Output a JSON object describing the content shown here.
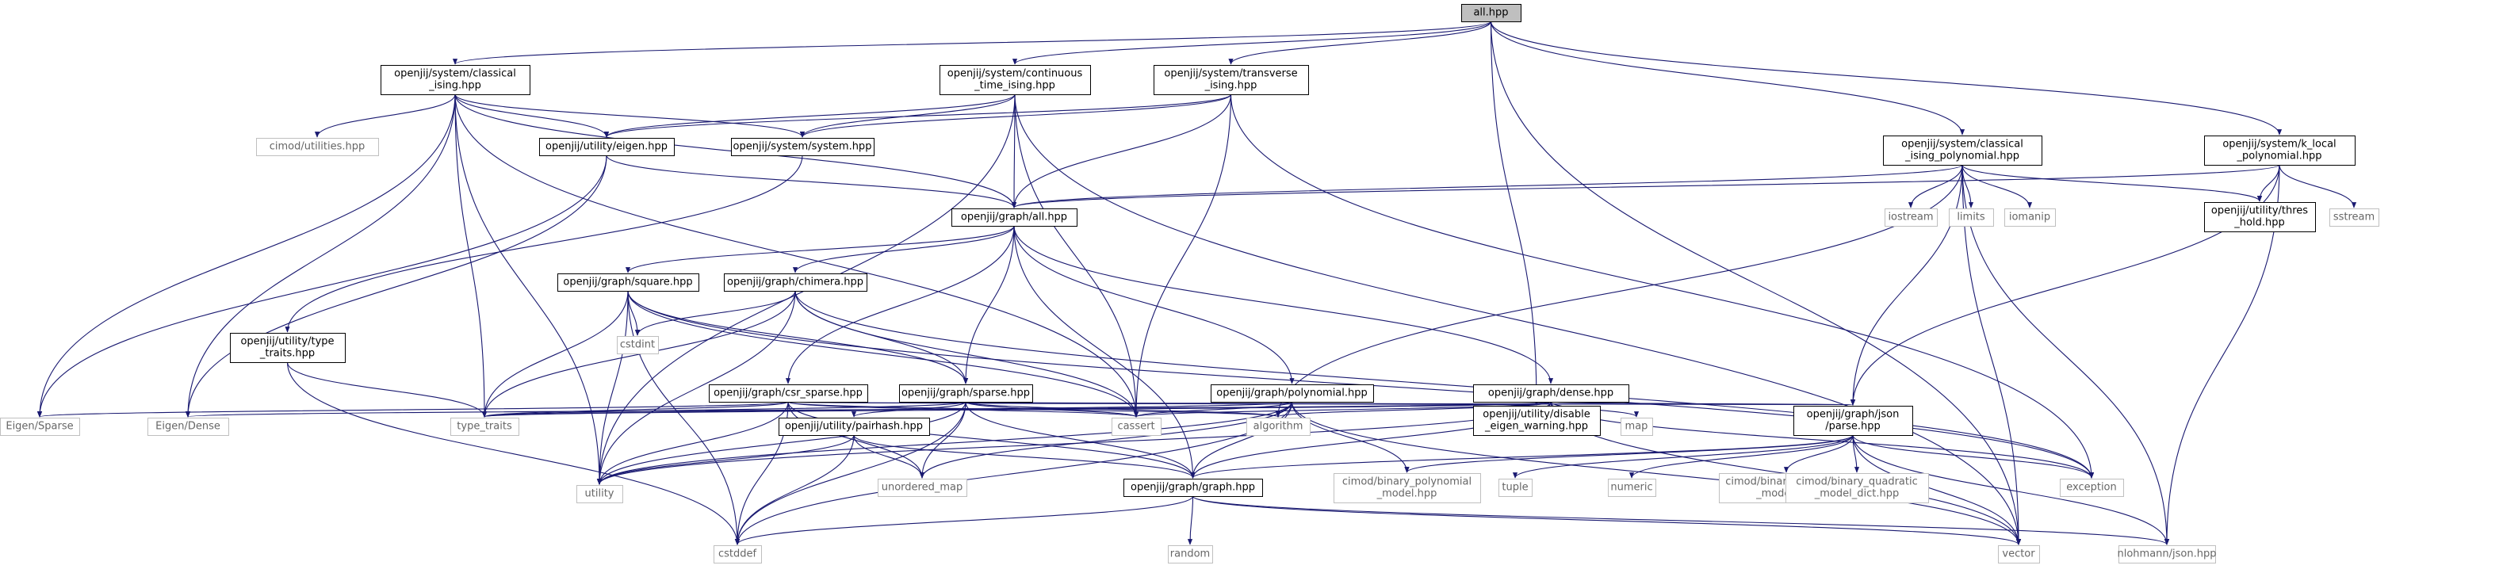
{
  "colors": {
    "edge": "#191970",
    "root_fill": "#bfbfbf",
    "node_fill": "#ffffff",
    "node_border": "#000000",
    "system_border": "#bfbfbf",
    "system_text": "#666666"
  },
  "nodes": [
    {
      "id": "all",
      "lines": [
        "all.hpp"
      ],
      "kind": "root"
    },
    {
      "id": "cls_ising",
      "lines": [
        "openjij/system/classical",
        "_ising.hpp"
      ],
      "kind": "local"
    },
    {
      "id": "ct_ising",
      "lines": [
        "openjij/system/continuous",
        "_time_ising.hpp"
      ],
      "kind": "local"
    },
    {
      "id": "tr_ising",
      "lines": [
        "openjij/system/transverse",
        "_ising.hpp"
      ],
      "kind": "local"
    },
    {
      "id": "cls_poly",
      "lines": [
        "openjij/system/classical",
        "_ising_polynomial.hpp"
      ],
      "kind": "local"
    },
    {
      "id": "klocal",
      "lines": [
        "openjij/system/k_local",
        "_polynomial.hpp"
      ],
      "kind": "local"
    },
    {
      "id": "cimod_util",
      "lines": [
        "cimod/utilities.hpp"
      ],
      "kind": "system"
    },
    {
      "id": "eigen_hpp",
      "lines": [
        "openjij/utility/eigen.hpp"
      ],
      "kind": "local"
    },
    {
      "id": "system_hpp",
      "lines": [
        "openjij/system/system.hpp"
      ],
      "kind": "local"
    },
    {
      "id": "graph_all",
      "lines": [
        "openjij/graph/all.hpp"
      ],
      "kind": "local"
    },
    {
      "id": "iostream",
      "lines": [
        "iostream"
      ],
      "kind": "system"
    },
    {
      "id": "limits",
      "lines": [
        "limits"
      ],
      "kind": "system"
    },
    {
      "id": "iomanip",
      "lines": [
        "iomanip"
      ],
      "kind": "system"
    },
    {
      "id": "thres",
      "lines": [
        "openjij/utility/thres",
        "_hold.hpp"
      ],
      "kind": "local"
    },
    {
      "id": "sstream",
      "lines": [
        "sstream"
      ],
      "kind": "system"
    },
    {
      "id": "square",
      "lines": [
        "openjij/graph/square.hpp"
      ],
      "kind": "local"
    },
    {
      "id": "chimera",
      "lines": [
        "openjij/graph/chimera.hpp"
      ],
      "kind": "local"
    },
    {
      "id": "cstdint",
      "lines": [
        "cstdint"
      ],
      "kind": "system"
    },
    {
      "id": "type_traits_hpp",
      "lines": [
        "openjij/utility/type",
        "_traits.hpp"
      ],
      "kind": "local"
    },
    {
      "id": "csr",
      "lines": [
        "openjij/graph/csr_sparse.hpp"
      ],
      "kind": "local"
    },
    {
      "id": "sparse",
      "lines": [
        "openjij/graph/sparse.hpp"
      ],
      "kind": "local"
    },
    {
      "id": "polynomial",
      "lines": [
        "openjij/graph/polynomial.hpp"
      ],
      "kind": "local"
    },
    {
      "id": "dense",
      "lines": [
        "openjij/graph/dense.hpp"
      ],
      "kind": "local"
    },
    {
      "id": "eigen_sparse",
      "lines": [
        "Eigen/Sparse"
      ],
      "kind": "system"
    },
    {
      "id": "eigen_dense",
      "lines": [
        "Eigen/Dense"
      ],
      "kind": "system"
    },
    {
      "id": "type_traits",
      "lines": [
        "type_traits"
      ],
      "kind": "system"
    },
    {
      "id": "cassert",
      "lines": [
        "cassert"
      ],
      "kind": "system"
    },
    {
      "id": "algorithm",
      "lines": [
        "algorithm"
      ],
      "kind": "system"
    },
    {
      "id": "disable",
      "lines": [
        "openjij/utility/disable",
        "_eigen_warning.hpp"
      ],
      "kind": "local"
    },
    {
      "id": "map",
      "lines": [
        "map"
      ],
      "kind": "system"
    },
    {
      "id": "json",
      "lines": [
        "openjij/graph/json",
        "/parse.hpp"
      ],
      "kind": "local"
    },
    {
      "id": "pairhash",
      "lines": [
        "openjij/utility/pairhash.hpp"
      ],
      "kind": "local"
    },
    {
      "id": "utility",
      "lines": [
        "utility"
      ],
      "kind": "system"
    },
    {
      "id": "unordered_map",
      "lines": [
        "unordered_map"
      ],
      "kind": "system"
    },
    {
      "id": "graph_hpp",
      "lines": [
        "openjij/graph/graph.hpp"
      ],
      "kind": "local"
    },
    {
      "id": "cbpm",
      "lines": [
        "cimod/binary_polynomial",
        "_model.hpp"
      ],
      "kind": "system"
    },
    {
      "id": "tuple",
      "lines": [
        "tuple"
      ],
      "kind": "system"
    },
    {
      "id": "numeric",
      "lines": [
        "numeric"
      ],
      "kind": "system"
    },
    {
      "id": "cbqm",
      "lines": [
        "cimod/binary_quadratic",
        "_model.hpp"
      ],
      "kind": "system"
    },
    {
      "id": "cbqmd",
      "lines": [
        "cimod/binary_quadratic",
        "_model_dict.hpp"
      ],
      "kind": "system"
    },
    {
      "id": "exception",
      "lines": [
        "exception"
      ],
      "kind": "system"
    },
    {
      "id": "cstddef",
      "lines": [
        "cstddef"
      ],
      "kind": "system"
    },
    {
      "id": "random",
      "lines": [
        "random"
      ],
      "kind": "system"
    },
    {
      "id": "vector",
      "lines": [
        "vector"
      ],
      "kind": "system"
    },
    {
      "id": "nlohmann",
      "lines": [
        "nlohmann/json.hpp"
      ],
      "kind": "system"
    }
  ],
  "edges": [
    [
      "all",
      "cls_ising"
    ],
    [
      "all",
      "ct_ising"
    ],
    [
      "all",
      "tr_ising"
    ],
    [
      "all",
      "cls_poly"
    ],
    [
      "all",
      "klocal"
    ],
    [
      "all",
      "disable"
    ],
    [
      "all",
      "vector"
    ],
    [
      "cls_ising",
      "cimod_util"
    ],
    [
      "cls_ising",
      "eigen_hpp"
    ],
    [
      "cls_ising",
      "system_hpp"
    ],
    [
      "cls_ising",
      "graph_all"
    ],
    [
      "cls_ising",
      "eigen_sparse"
    ],
    [
      "cls_ising",
      "eigen_dense"
    ],
    [
      "cls_ising",
      "type_traits"
    ],
    [
      "cls_ising",
      "utility"
    ],
    [
      "cls_ising",
      "cassert"
    ],
    [
      "ct_ising",
      "eigen_hpp"
    ],
    [
      "ct_ising",
      "system_hpp"
    ],
    [
      "ct_ising",
      "graph_all"
    ],
    [
      "ct_ising",
      "cassert"
    ],
    [
      "ct_ising",
      "utility"
    ],
    [
      "ct_ising",
      "vector"
    ],
    [
      "tr_ising",
      "eigen_hpp"
    ],
    [
      "tr_ising",
      "system_hpp"
    ],
    [
      "tr_ising",
      "graph_all"
    ],
    [
      "tr_ising",
      "cassert"
    ],
    [
      "tr_ising",
      "exception"
    ],
    [
      "cls_poly",
      "graph_all"
    ],
    [
      "cls_poly",
      "iostream"
    ],
    [
      "cls_poly",
      "limits"
    ],
    [
      "cls_poly",
      "iomanip"
    ],
    [
      "cls_poly",
      "thres"
    ],
    [
      "cls_poly",
      "json"
    ],
    [
      "cls_poly",
      "algorithm"
    ],
    [
      "cls_poly",
      "vector"
    ],
    [
      "cls_poly",
      "nlohmann"
    ],
    [
      "klocal",
      "graph_all"
    ],
    [
      "klocal",
      "thres"
    ],
    [
      "klocal",
      "sstream"
    ],
    [
      "klocal",
      "json"
    ],
    [
      "klocal",
      "nlohmann"
    ],
    [
      "eigen_hpp",
      "graph_all"
    ],
    [
      "eigen_hpp",
      "eigen_sparse"
    ],
    [
      "eigen_hpp",
      "eigen_dense"
    ],
    [
      "system_hpp",
      "type_traits_hpp"
    ],
    [
      "graph_all",
      "square"
    ],
    [
      "graph_all",
      "chimera"
    ],
    [
      "graph_all",
      "csr"
    ],
    [
      "graph_all",
      "sparse"
    ],
    [
      "graph_all",
      "polynomial"
    ],
    [
      "graph_all",
      "dense"
    ],
    [
      "graph_all",
      "graph_hpp"
    ],
    [
      "square",
      "sparse"
    ],
    [
      "square",
      "cstdint"
    ],
    [
      "square",
      "type_traits"
    ],
    [
      "square",
      "utility"
    ],
    [
      "square",
      "cassert"
    ],
    [
      "square",
      "cstddef"
    ],
    [
      "square",
      "exception"
    ],
    [
      "chimera",
      "sparse"
    ],
    [
      "chimera",
      "cstdint"
    ],
    [
      "chimera",
      "type_traits"
    ],
    [
      "chimera",
      "utility"
    ],
    [
      "chimera",
      "cassert"
    ],
    [
      "chimera",
      "exception"
    ],
    [
      "type_traits_hpp",
      "type_traits"
    ],
    [
      "type_traits_hpp",
      "cstddef"
    ],
    [
      "csr",
      "eigen_sparse"
    ],
    [
      "csr",
      "type_traits"
    ],
    [
      "csr",
      "utility"
    ],
    [
      "csr",
      "cstddef"
    ],
    [
      "csr",
      "algorithm"
    ],
    [
      "csr",
      "disable"
    ],
    [
      "csr",
      "json"
    ],
    [
      "csr",
      "graph_hpp"
    ],
    [
      "csr",
      "unordered_map"
    ],
    [
      "csr",
      "cassert"
    ],
    [
      "sparse",
      "pairhash"
    ],
    [
      "sparse",
      "type_traits"
    ],
    [
      "sparse",
      "utility"
    ],
    [
      "sparse",
      "cstddef"
    ],
    [
      "sparse",
      "cassert"
    ],
    [
      "sparse",
      "algorithm"
    ],
    [
      "sparse",
      "json"
    ],
    [
      "sparse",
      "graph_hpp"
    ],
    [
      "sparse",
      "unordered_map"
    ],
    [
      "polynomial",
      "cbpm"
    ],
    [
      "polynomial",
      "graph_hpp"
    ],
    [
      "polynomial",
      "cassert"
    ],
    [
      "polynomial",
      "algorithm"
    ],
    [
      "polynomial",
      "type_traits"
    ],
    [
      "polynomial",
      "utility"
    ],
    [
      "polynomial",
      "cstddef"
    ],
    [
      "polynomial",
      "unordered_map"
    ],
    [
      "polynomial",
      "vector"
    ],
    [
      "dense",
      "eigen_dense"
    ],
    [
      "dense",
      "disable"
    ],
    [
      "dense",
      "map"
    ],
    [
      "dense",
      "json"
    ],
    [
      "dense",
      "graph_hpp"
    ],
    [
      "dense",
      "cassert"
    ],
    [
      "dense",
      "algorithm"
    ],
    [
      "dense",
      "type_traits"
    ],
    [
      "dense",
      "utility"
    ],
    [
      "dense",
      "exception"
    ],
    [
      "dense",
      "vector"
    ],
    [
      "pairhash",
      "utility"
    ],
    [
      "pairhash",
      "unordered_map"
    ],
    [
      "pairhash",
      "cstddef"
    ],
    [
      "pairhash",
      "graph_hpp"
    ],
    [
      "json",
      "cbpm"
    ],
    [
      "json",
      "tuple"
    ],
    [
      "json",
      "numeric"
    ],
    [
      "json",
      "cbqm"
    ],
    [
      "json",
      "cbqmd"
    ],
    [
      "json",
      "exception"
    ],
    [
      "json",
      "vector"
    ],
    [
      "json",
      "nlohmann"
    ],
    [
      "json",
      "graph_hpp"
    ],
    [
      "graph_hpp",
      "cstddef"
    ],
    [
      "graph_hpp",
      "random"
    ],
    [
      "graph_hpp",
      "vector"
    ],
    [
      "graph_hpp",
      "nlohmann"
    ]
  ]
}
